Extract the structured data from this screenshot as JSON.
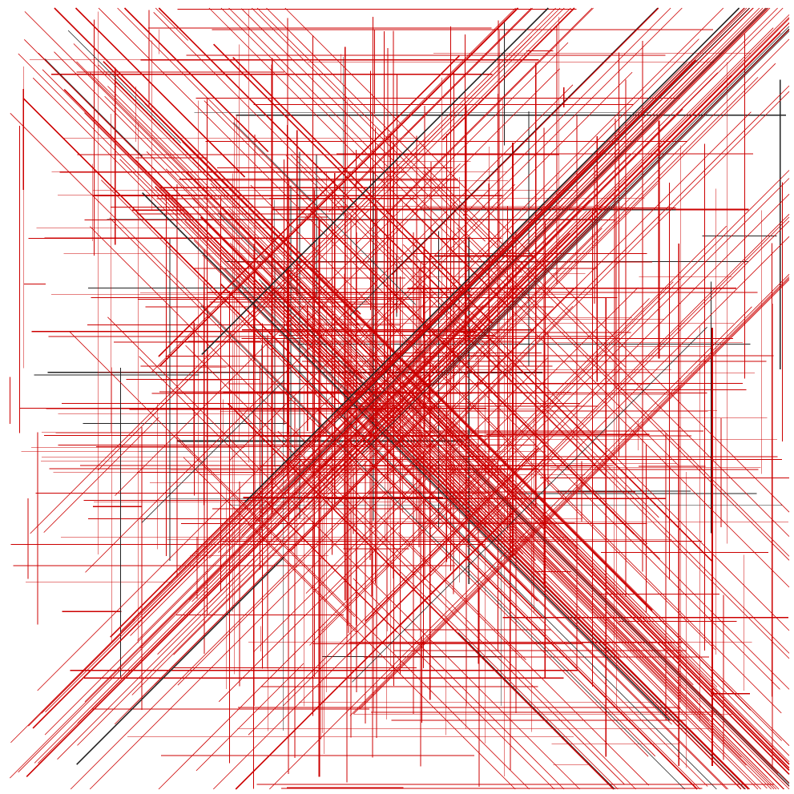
{
  "artwork": {
    "description_free": true,
    "background_color": "#ffffff",
    "colors": {
      "primary": "#cc0000",
      "secondary": "#222222"
    },
    "primary_share": 0.92,
    "orientations": [
      "horizontal",
      "vertical",
      "diagonal-down",
      "diagonal-up"
    ],
    "line_count": 720,
    "random_seed": 1979
  }
}
